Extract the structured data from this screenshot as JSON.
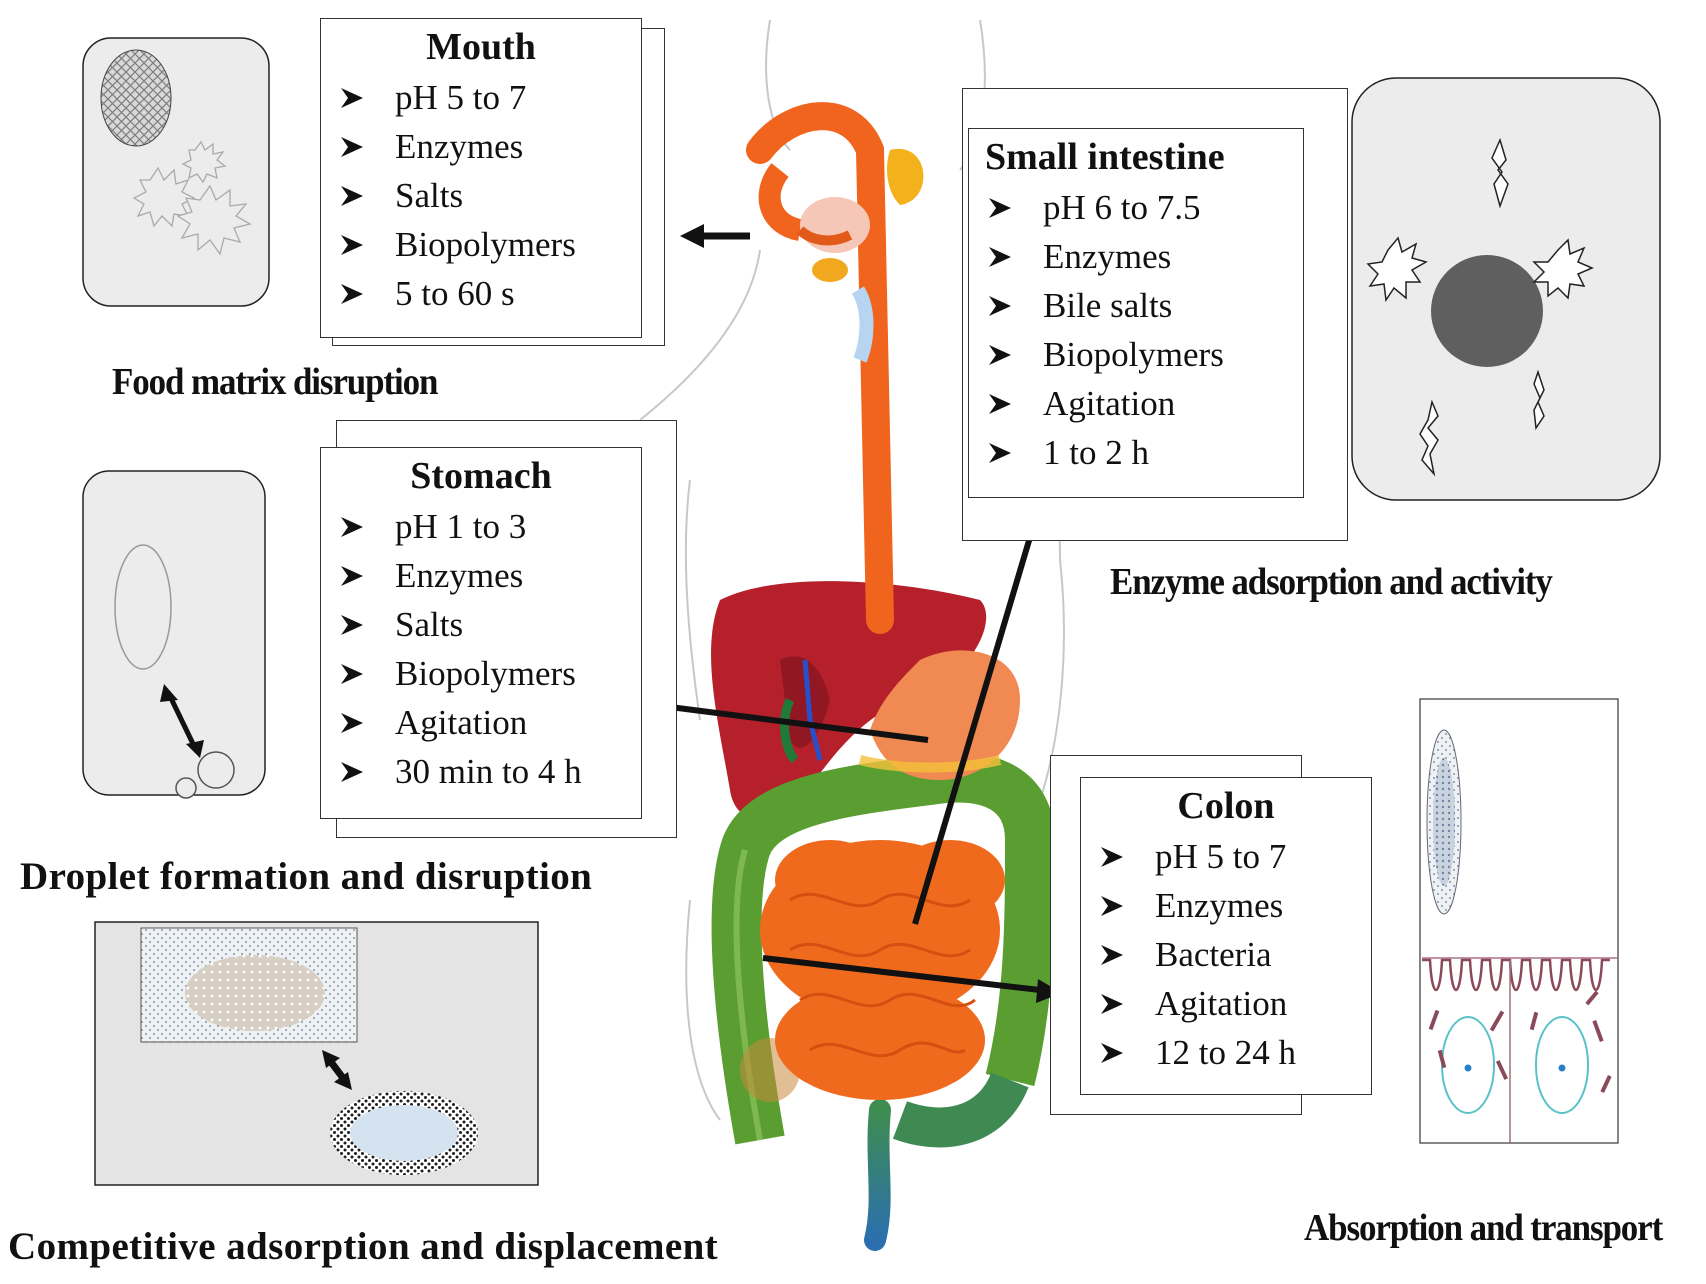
{
  "panels": {
    "mouth": {
      "heading": "Mouth",
      "items": [
        "pH 5 to 7",
        "Enzymes",
        "Salts",
        "Biopolymers",
        "5 to 60 s"
      ]
    },
    "stomach": {
      "heading": "Stomach",
      "items": [
        "pH 1 to 3",
        "Enzymes",
        "Salts",
        "Biopolymers",
        "Agitation",
        "30 min to 4 h"
      ]
    },
    "small_intestine": {
      "heading": "Small intestine",
      "items": [
        "pH 6 to 7.5",
        "Enzymes",
        "Bile salts",
        "Biopolymers",
        "Agitation",
        "1 to 2 h"
      ]
    },
    "colon": {
      "heading": "Colon",
      "items": [
        "pH 5 to 7",
        "Enzymes",
        "Bacteria",
        "Agitation",
        "12 to 24 h"
      ]
    }
  },
  "captions": {
    "food_matrix": "Food matrix disruption",
    "droplet": "Droplet formation and disruption",
    "competitive": "Competitive adsorption and displacement",
    "enzyme": "Enzyme adsorption and activity",
    "absorption": "Absorption and transport"
  },
  "colors": {
    "esophagus": "#f0641e",
    "liver": "#b5202a",
    "large_intestine": "#5a9e32",
    "small_intestine": "#f06a1e",
    "stomach": "#f08a52",
    "droplet_core": "#5f5f5f",
    "panel_grey": "#ececec"
  }
}
